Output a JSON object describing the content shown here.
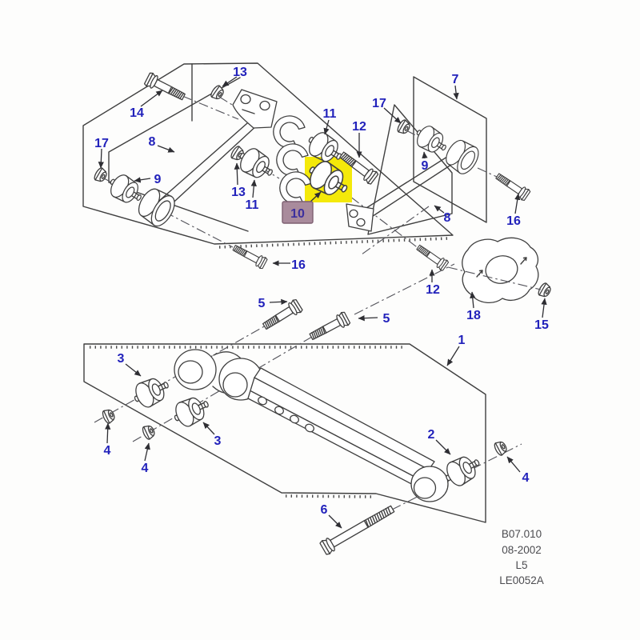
{
  "diagram": {
    "title_hint": "suspension exploded parts diagram",
    "colors": {
      "callout_text": "#2222bb",
      "highlight_box": "#f4e90a",
      "selected_badge_bg": "#a98b9c",
      "selected_badge_border": "#7e6072",
      "selected_badge_text": "#3c2f9e"
    },
    "callouts": [
      {
        "label": "14"
      },
      {
        "label": "13"
      },
      {
        "label": "17"
      },
      {
        "label": "8"
      },
      {
        "label": "9"
      },
      {
        "label": "13"
      },
      {
        "label": "11"
      },
      {
        "label": "11"
      },
      {
        "label": "12"
      },
      {
        "label": "17"
      },
      {
        "label": "7"
      },
      {
        "label": "9"
      },
      {
        "label": "8"
      },
      {
        "label": "16"
      },
      {
        "label": "10"
      },
      {
        "label": "16"
      },
      {
        "label": "12"
      },
      {
        "label": "18"
      },
      {
        "label": "15"
      },
      {
        "label": "5"
      },
      {
        "label": "5"
      },
      {
        "label": "1"
      },
      {
        "label": "3"
      },
      {
        "label": "3"
      },
      {
        "label": "4"
      },
      {
        "label": "4"
      },
      {
        "label": "2"
      },
      {
        "label": "4"
      },
      {
        "label": "6"
      }
    ],
    "footer": {
      "line1": "B07.010",
      "line2": "08-2002",
      "line3": "L5",
      "line4": "LE0052A"
    }
  }
}
